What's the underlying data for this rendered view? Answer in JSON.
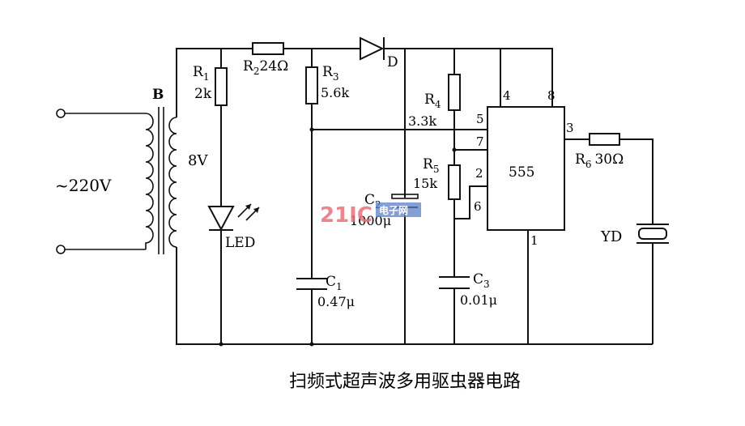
{
  "caption": "扫频式超声波多用驱虫器电路",
  "watermark": {
    "number": "21IC",
    "tag": "电子网"
  },
  "labels": {
    "mains": "~220V",
    "transformer": "B",
    "secondary": "8V",
    "r1": "R",
    "r1_sub": "1",
    "r1_val": "2k",
    "r2": "R",
    "r2_sub": "2",
    "r2_val": "24Ω",
    "r3": "R",
    "r3_sub": "3",
    "r3_val": "5.6k",
    "diode": "D",
    "r4": "R",
    "r4_sub": "4",
    "r4_val": "3.3k",
    "r5": "R",
    "r5_sub": "5",
    "r5_val": "15k",
    "r6": "R",
    "r6_sub": "6",
    "r6_val": "30Ω",
    "led": "LED",
    "c1": "C",
    "c1_sub": "1",
    "c1_val": "0.47μ",
    "c2": "C",
    "c2_sub": "2",
    "c2_val": "1000μ",
    "c3": "C",
    "c3_sub": "3",
    "c3_val": "0.01μ",
    "ic": "555",
    "pin1": "1",
    "pin2": "2",
    "pin3": "3",
    "pin4": "4",
    "pin5": "5",
    "pin6": "6",
    "pin7": "7",
    "pin8": "8",
    "transducer": "YD"
  },
  "colors": {
    "ink": "#111111",
    "watermark_red": "#e8707a",
    "watermark_blue": "#5b7fc4"
  }
}
